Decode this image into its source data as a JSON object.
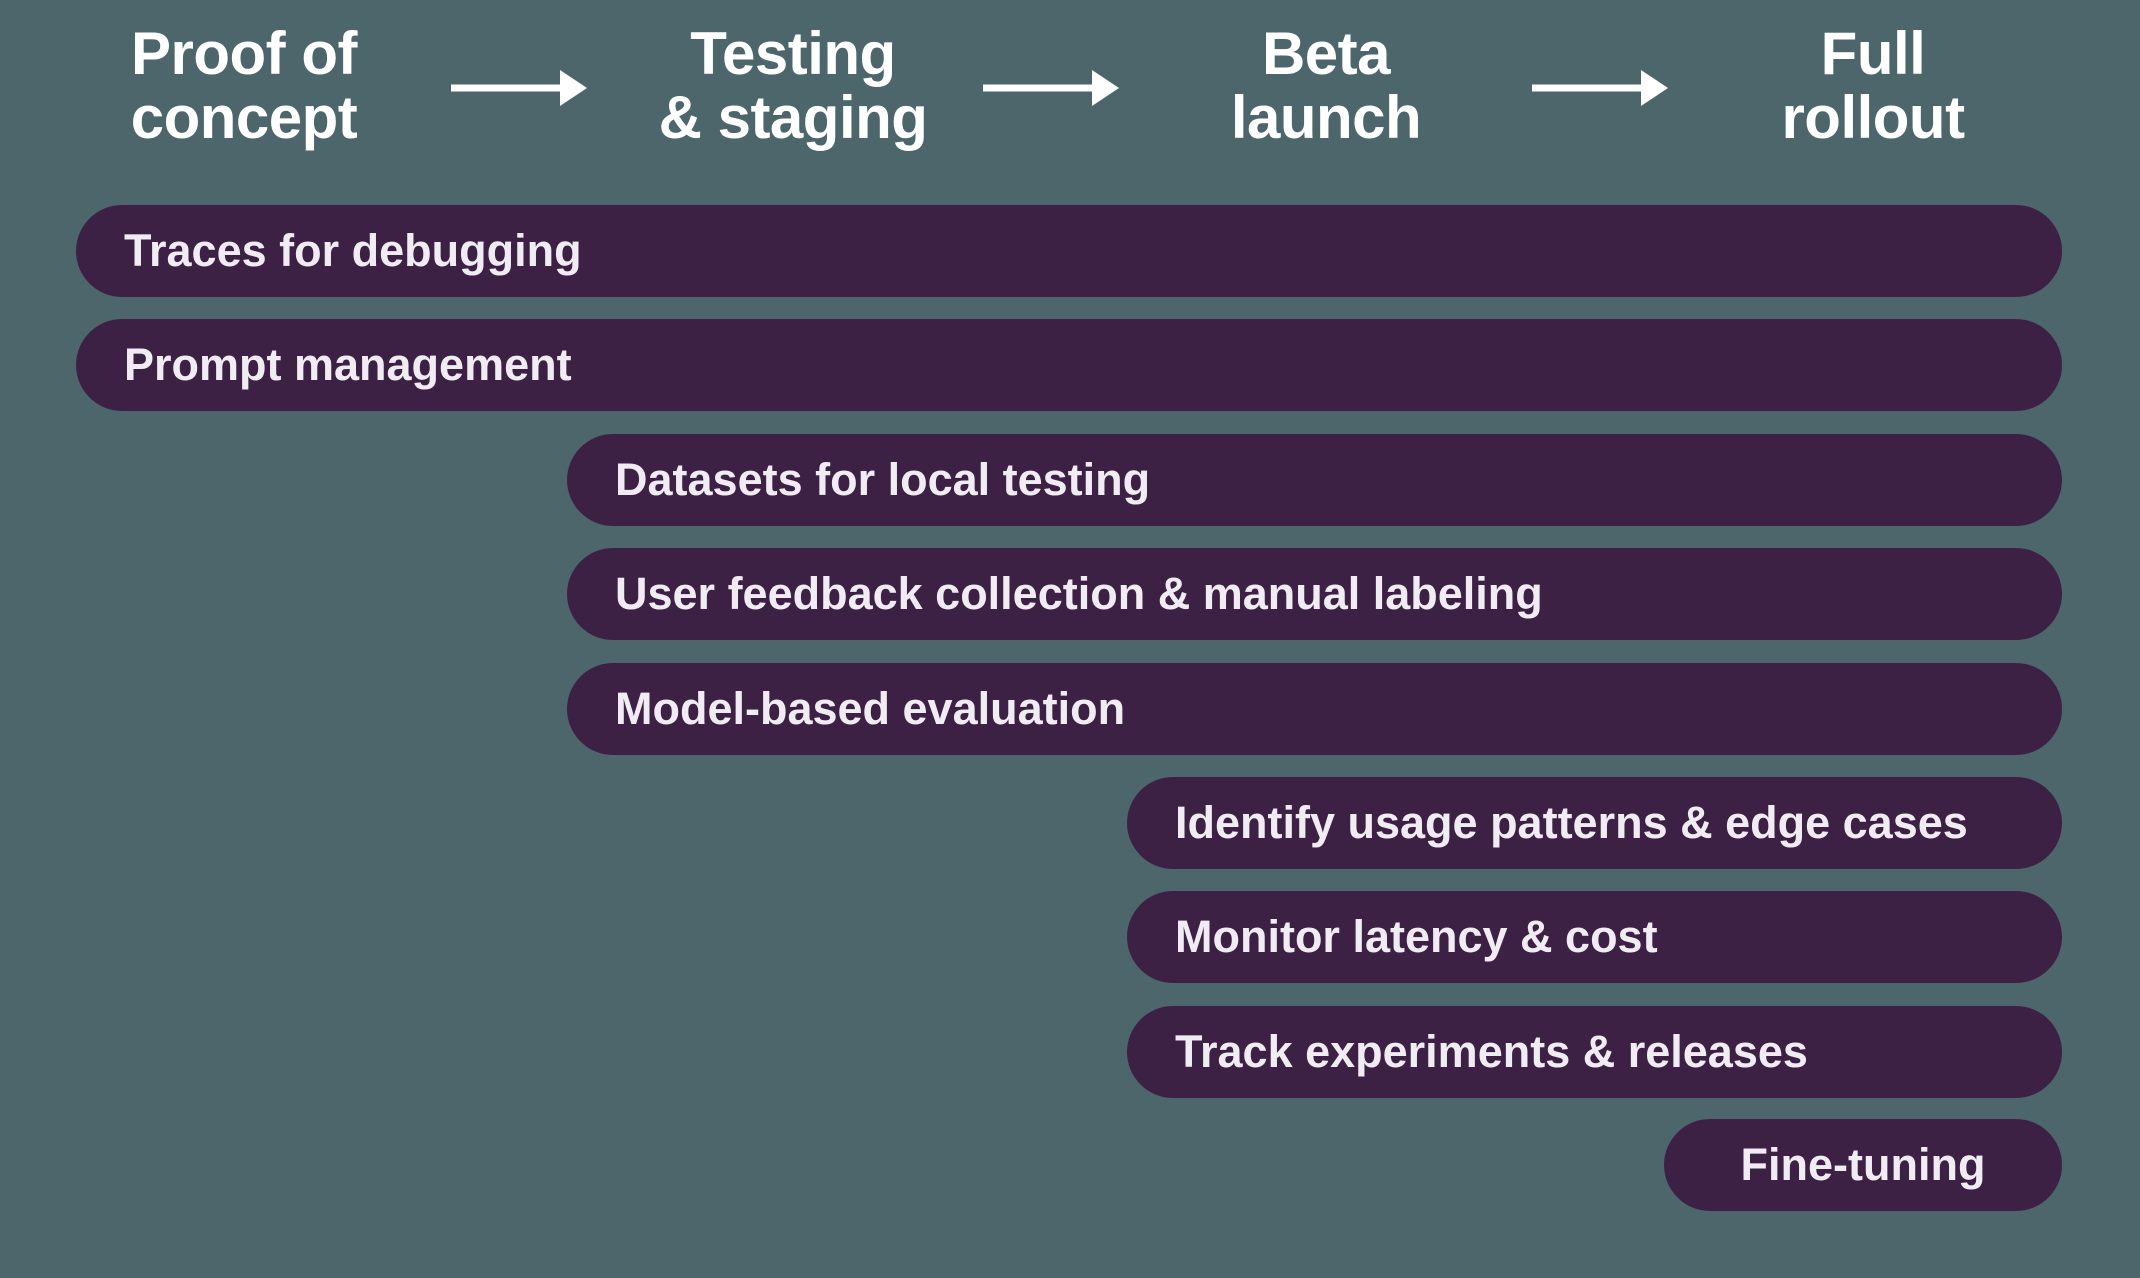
{
  "diagram": {
    "stages": [
      {
        "id": "proof-of-concept",
        "lines": [
          "Proof of",
          "concept"
        ]
      },
      {
        "id": "testing-staging",
        "lines": [
          "Testing",
          "& staging"
        ]
      },
      {
        "id": "beta-launch",
        "lines": [
          "Beta",
          "launch"
        ]
      },
      {
        "id": "full-rollout",
        "lines": [
          "Full",
          "rollout"
        ]
      }
    ],
    "bars": [
      {
        "label": "Traces for debugging",
        "starts_at_stage": "Proof of concept"
      },
      {
        "label": "Prompt management",
        "starts_at_stage": "Proof of concept"
      },
      {
        "label": "Datasets for local testing",
        "starts_at_stage": "Testing & staging"
      },
      {
        "label": "User feedback collection & manual labeling",
        "starts_at_stage": "Testing & staging"
      },
      {
        "label": "Model-based evaluation",
        "starts_at_stage": "Testing & staging"
      },
      {
        "label": "Identify usage patterns & edge cases",
        "starts_at_stage": "Beta launch"
      },
      {
        "label": "Monitor latency & cost",
        "starts_at_stage": "Beta launch"
      },
      {
        "label": "Track experiments & releases",
        "starts_at_stage": "Beta launch"
      },
      {
        "label": "Fine-tuning",
        "starts_at_stage": "Full rollout"
      }
    ],
    "colors": {
      "background": "#4C666C",
      "bar_fill": "#3C2144",
      "bar_text": "#F1ECF3",
      "stage_text": "#FFFFFF",
      "arrow": "#FFFFFF"
    }
  }
}
